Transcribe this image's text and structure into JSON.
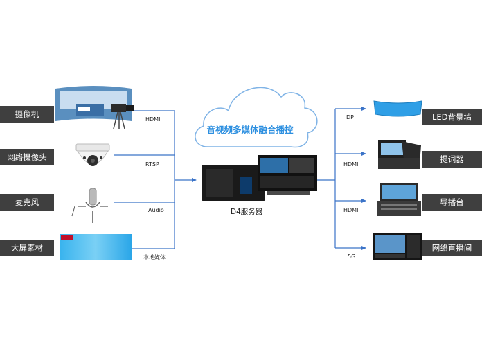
{
  "cloud": {
    "label": "音视频多媒体融合播控"
  },
  "server": {
    "label": "D4服务器"
  },
  "inputs": [
    {
      "label": "摄像机",
      "connector": "HDMI",
      "device": "camera-in-studio"
    },
    {
      "label": "网络摄像头",
      "connector": "RTSP",
      "device": "dome-ip-camera"
    },
    {
      "label": "麦克风",
      "connector": "Audio",
      "device": "studio-microphone"
    },
    {
      "label": "大屏素材",
      "connector": "本地媒体",
      "device": "large-screen-material"
    }
  ],
  "outputs": [
    {
      "label": "LED背景墙",
      "connector": "DP",
      "device": "curved-led-wall"
    },
    {
      "label": "提词器",
      "connector": "HDMI",
      "device": "teleprompter"
    },
    {
      "label": "导播台",
      "connector": "HDMI",
      "device": "director-console"
    },
    {
      "label": "网络直播间",
      "connector": "5G",
      "device": "live-stream-monitor"
    }
  ],
  "colors": {
    "line": "#3b73c8",
    "tag": "#3f3f3f",
    "cloud_stroke": "#7fb3e6",
    "cloud_text": "#2c8fe0"
  }
}
